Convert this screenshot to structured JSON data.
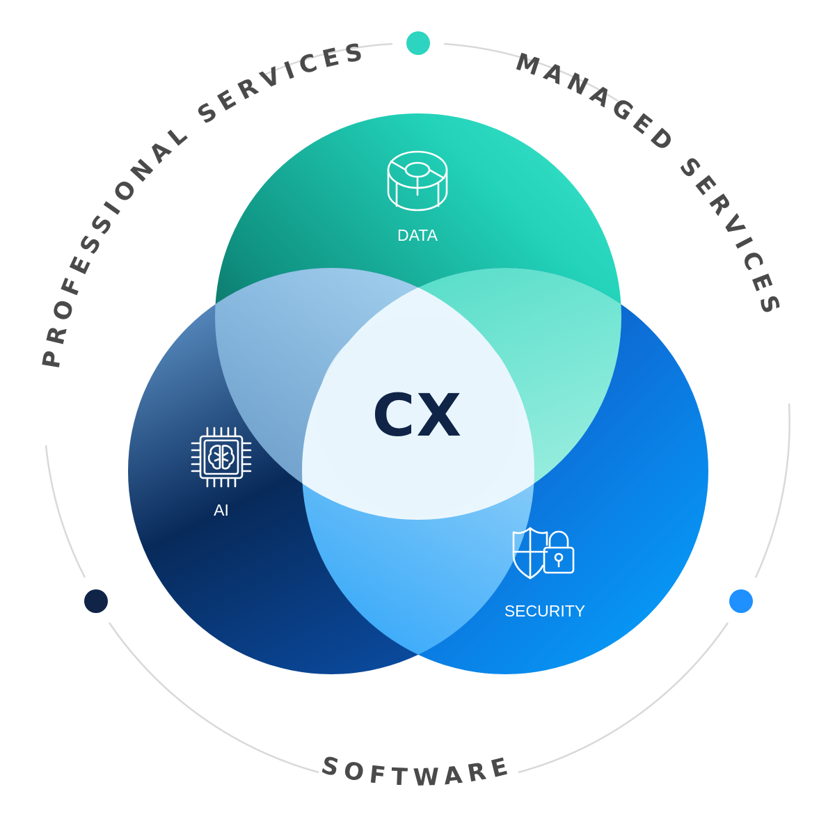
{
  "outer_ring": {
    "top_left": "PROFESSIONAL SERVICES",
    "top_right": "MANAGED SERVICES",
    "bottom": "SOFTWARE"
  },
  "circles": {
    "data": {
      "label": "DATA",
      "icon": "database-icon"
    },
    "ai": {
      "label": "AI",
      "icon": "ai-chip-brain-icon"
    },
    "security": {
      "label": "SECURITY",
      "icon": "shield-lock-icon"
    }
  },
  "center": {
    "label": "CX"
  },
  "colors": {
    "ring": "#d9d9d9",
    "dot_top": "#2dd4bf",
    "dot_left": "#0f2447",
    "dot_right": "#1e90ff",
    "arc_text": "#4a4a4a",
    "center_text": "#0f2447"
  }
}
